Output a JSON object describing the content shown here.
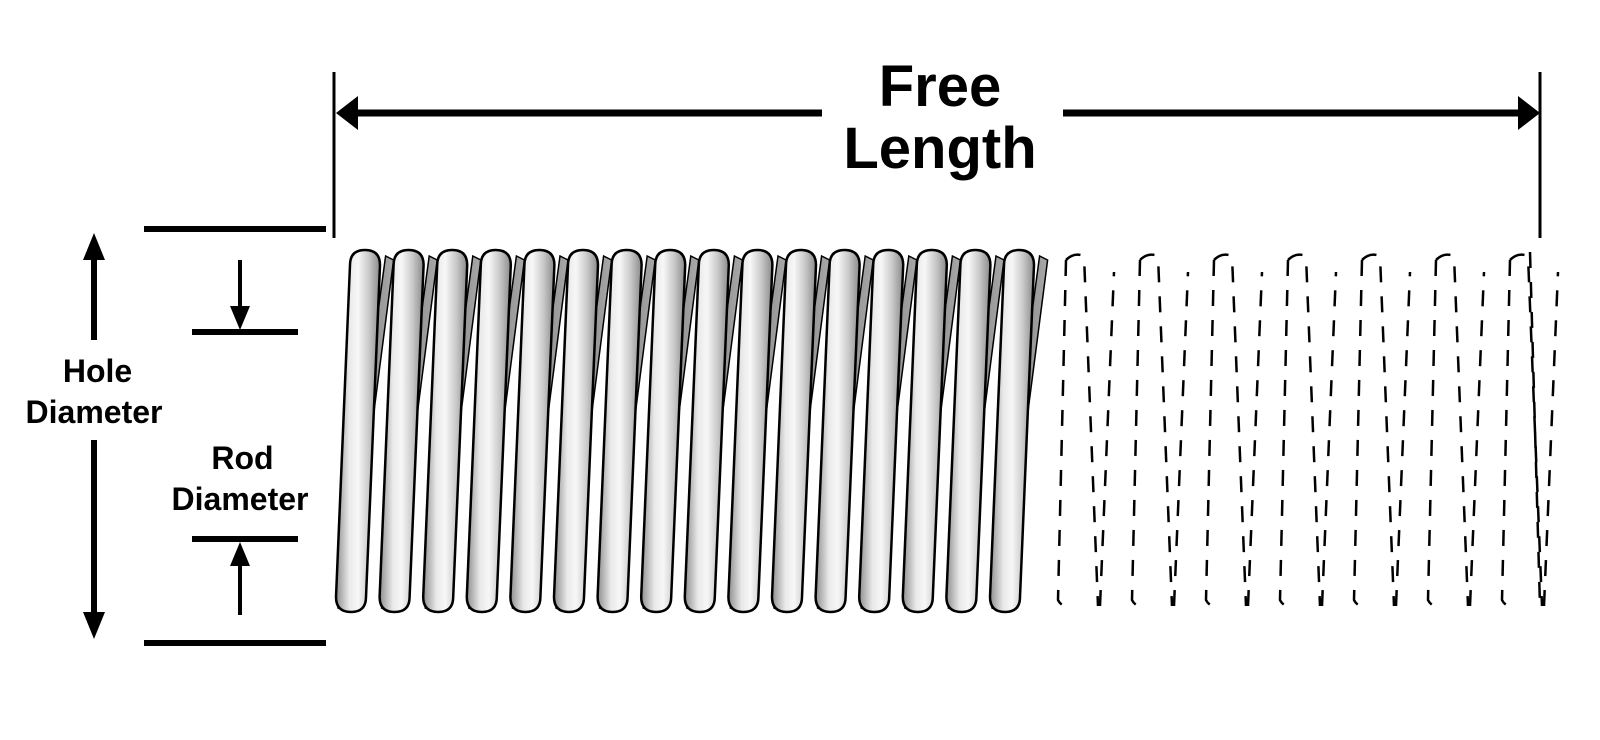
{
  "labels": {
    "free_length_line1": "Free",
    "free_length_line2": "Length",
    "hole_diameter_line1": "Hole",
    "hole_diameter_line2": "Diameter",
    "rod_diameter_line1": "Rod",
    "rod_diameter_line2": "Diameter"
  },
  "spring": {
    "solid_coil_count": 16,
    "dashed_coil_count": 7
  },
  "colors": {
    "ink": "#000000",
    "coil_fill": "#d2d2d2",
    "coil_highlight": "#f4f4f4",
    "coil_shadow": "#9a9a9a"
  }
}
